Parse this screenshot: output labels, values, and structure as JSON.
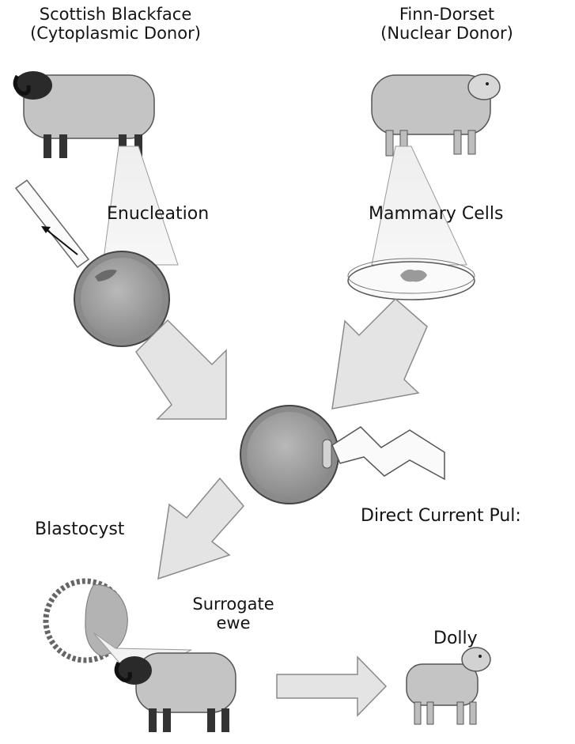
{
  "labels": {
    "cytoplasmic_donor_name": "Scottish Blackface",
    "cytoplasmic_donor_role": "(Cytoplasmic Donor)",
    "nuclear_donor_name": "Finn-Dorset",
    "nuclear_donor_role": "(Nuclear Donor)",
    "enucleation": "Enucleation",
    "mammary_cells": "Mammary Cells",
    "direct_current_pulse": "Direct Current Pul:",
    "blastocyst": "Blastocyst",
    "surrogate_line1": "Surrogate",
    "surrogate_line2": "ewe",
    "dolly": "Dolly"
  },
  "colors": {
    "sheep_body": "#c4c4c4",
    "sheep_face_dark": "#2a2a2a",
    "cell_outer": "#8a8a8a",
    "cell_inner": "#a8a8a8",
    "arrow_fill": "#e4e4e4",
    "outline": "#3a3a3a"
  }
}
